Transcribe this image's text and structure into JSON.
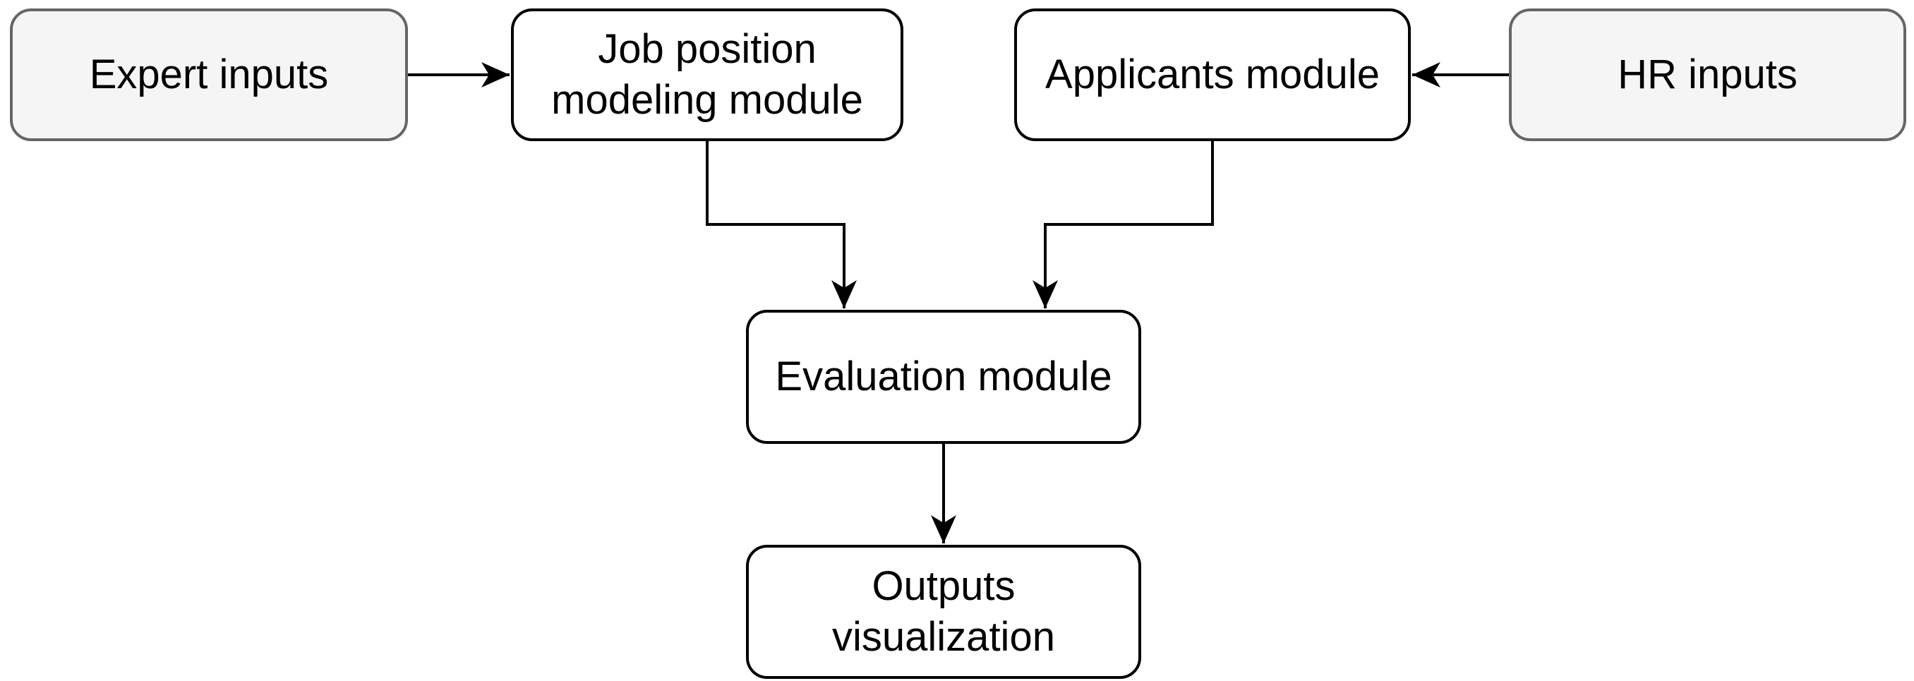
{
  "diagram": {
    "background_color": "#ffffff",
    "line_color": "#000000",
    "nodes": [
      {
        "id": "expert-inputs",
        "label": "Expert inputs",
        "fill": "#f5f5f5",
        "stroke": "#666666",
        "shape": "rounded-rectangle"
      },
      {
        "id": "job-position-modeling-module",
        "label": "Job position modeling module",
        "fill": "#ffffff",
        "stroke": "#000000",
        "shape": "rounded-rectangle"
      },
      {
        "id": "applicants-module",
        "label": "Applicants module",
        "fill": "#ffffff",
        "stroke": "#000000",
        "shape": "rounded-rectangle"
      },
      {
        "id": "hr-inputs",
        "label": "HR inputs",
        "fill": "#f5f5f5",
        "stroke": "#666666",
        "shape": "rounded-rectangle"
      },
      {
        "id": "evaluation-module",
        "label": "Evaluation module",
        "fill": "#ffffff",
        "stroke": "#000000",
        "shape": "rounded-rectangle"
      },
      {
        "id": "outputs-visualization",
        "label": "Outputs visualization",
        "fill": "#ffffff",
        "stroke": "#000000",
        "shape": "rounded-rectangle"
      }
    ],
    "edges": [
      {
        "from": "expert-inputs",
        "to": "job-position-modeling-module",
        "style": "straight-arrow"
      },
      {
        "from": "hr-inputs",
        "to": "applicants-module",
        "style": "straight-arrow"
      },
      {
        "from": "job-position-modeling-module",
        "to": "evaluation-module",
        "style": "elbow-arrow"
      },
      {
        "from": "applicants-module",
        "to": "evaluation-module",
        "style": "elbow-arrow"
      },
      {
        "from": "evaluation-module",
        "to": "outputs-visualization",
        "style": "straight-arrow"
      }
    ]
  }
}
